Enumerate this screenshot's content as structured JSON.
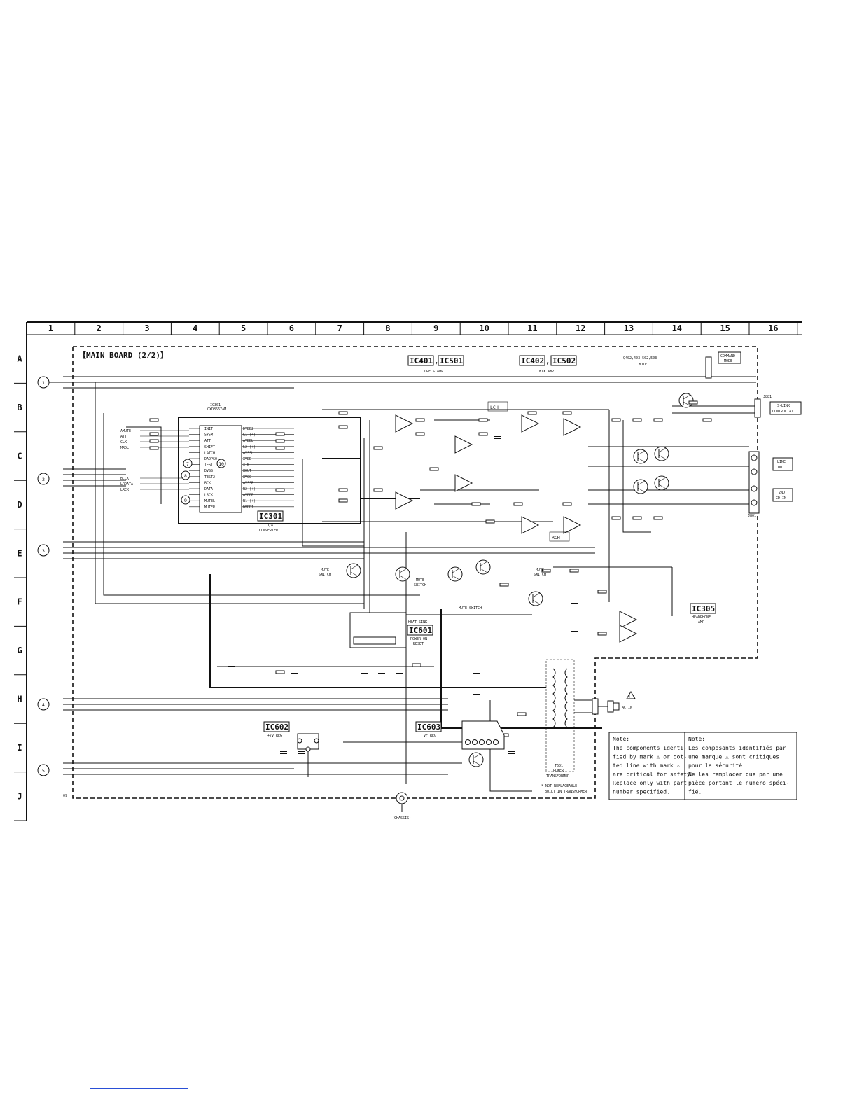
{
  "grid": {
    "columns": [
      "1",
      "2",
      "3",
      "4",
      "5",
      "6",
      "7",
      "8",
      "9",
      "10",
      "11",
      "12",
      "13",
      "14",
      "15",
      "16"
    ],
    "rows": [
      "A",
      "B",
      "C",
      "D",
      "E",
      "F",
      "G",
      "H",
      "I",
      "J"
    ]
  },
  "board_title": "【MAIN BOARD (2/2)】",
  "connectors": [
    "1",
    "2",
    "3",
    "4",
    "5"
  ],
  "blocks": {
    "ic401": "IC401",
    "ic501": "IC501",
    "ic401_desc": "LPF & AMP",
    "ic402": "IC402",
    "ic502": "IC502",
    "ic402_desc": "MIX AMP",
    "ic301": "IC301",
    "ic301_desc": "D/A",
    "ic301_desc2": "CONVERTER",
    "ic301_part": "IC301",
    "ic301_part2": "CXD8567AM",
    "ic601": "IC601",
    "ic601_desc": "POWER ON",
    "ic601_desc2": "RESET",
    "heat_sink": "HEAT SINK",
    "ic602": "IC602",
    "ic602_desc": "+7V REG",
    "ic603": "IC603",
    "ic603_desc": "VF REG",
    "ic305": "IC305",
    "ic305_desc": "HEADPHONE",
    "ic305_desc2": "AMP",
    "lch": "LCH",
    "rch": "RCH",
    "mute_top": "Q402,403,502,503",
    "mute_top2": "MUTE",
    "s_link": "S-LINK",
    "control_a1": "CONTROL A1",
    "j881": "J881",
    "command_mode": "COMMAND",
    "command_mode2": "MODE",
    "line_out": "LINE",
    "line_out2": "OUT",
    "cd_in": "2ND",
    "cd_in2": "CD IN",
    "j801": "J801",
    "ac_in": "AC IN",
    "power_transformer": "T601",
    "power_transformer2": "POWER",
    "power_transformer3": "TRANSFORMER",
    "not_replaceable": "* NOT REPLACEABLE:",
    "not_replaceable2": "BUILT IN TRANSFORMER",
    "chassis": "(CHASSIS)",
    "mute_switch1": "MUTE",
    "mute_switch1b": "SWITCH",
    "mute_switch2": "MUTE",
    "mute_switch2b": "SWITCH",
    "mute_switch3": "MUTE",
    "mute_switch3b": "SWITCH",
    "mute_switch4": "MUTE SWITCH",
    "page_code": "09"
  },
  "pins_left": [
    "INIT",
    "SYSM",
    "ATT",
    "SHIFT",
    "LATCH",
    "DAOPSO",
    "TEST",
    "DVSS",
    "TEST2",
    "BCK",
    "DATA",
    "LRCK",
    "MUTEL",
    "MUTER"
  ],
  "pins_right": [
    "DVDD2",
    "L1 (+)",
    "AVDDL",
    "L2 (+)",
    "AVSSL",
    "XVDD",
    "XIN",
    "XOUT",
    "XVSS",
    "AVSSR",
    "R2 (+)",
    "AVDDR",
    "R1 (+)",
    "DVDD1"
  ],
  "signals_left": [
    "AMUTE",
    "ATT",
    "CLK",
    "MRDL",
    "BCLK",
    "LRDATA",
    "LRCK"
  ],
  "note_en": {
    "title": "Note:",
    "lines": [
      "The components identi-",
      "fied by mark ⚠ or dot-",
      "ted line with mark ⚠",
      "are critical for safety.",
      "Replace only with part",
      "number specified."
    ]
  },
  "note_fr": {
    "title": "Note:",
    "lines": [
      "Les composants identifiés par",
      "une marque ⚠ sont critiques",
      "pour la sécurité.",
      "Ne les remplacer que par une",
      "pièce portant le numéro spéci-",
      "fié."
    ]
  },
  "colors": {
    "ink": "#111111",
    "link": "#2a4fd6"
  }
}
